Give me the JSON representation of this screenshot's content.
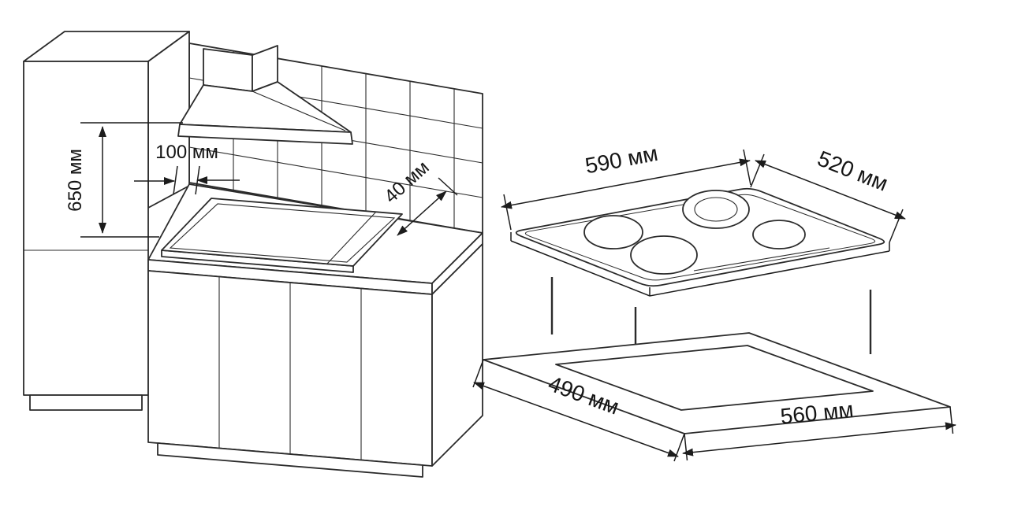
{
  "diagram": {
    "kind": "hob-installation-drawing",
    "labels": {
      "height_650": "650 мм",
      "gap_100": "100 мм",
      "thickness_40": "40 мм",
      "width_590": "590 мм",
      "depth_520": "520 мм",
      "cutout_560": "560 мм",
      "cutout_490": "490 мм"
    }
  }
}
